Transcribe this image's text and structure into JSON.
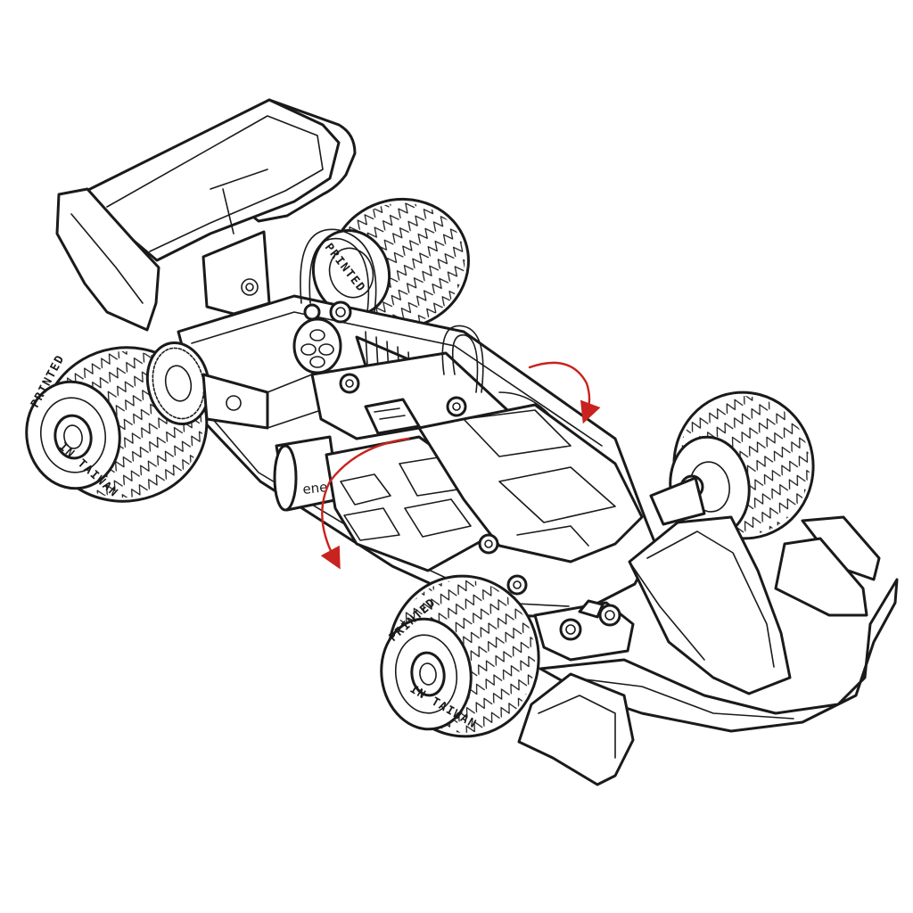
{
  "tyre_text": {
    "rear_left_top": "PRINTED",
    "rear_left_bottom": "IN TAIWAN",
    "front_left_top": "PRINTED",
    "front_left_bottom": "IN TAIWAN",
    "front_right": "PRINTED"
  },
  "motor_label": "ene",
  "colors": {
    "ink": "#1a1a1a",
    "arrow": "#c8231e",
    "paper": "#ffffff"
  },
  "icons": [
    "rotation-arrow-clockwise",
    "rotation-arrow-counterclockwise"
  ]
}
